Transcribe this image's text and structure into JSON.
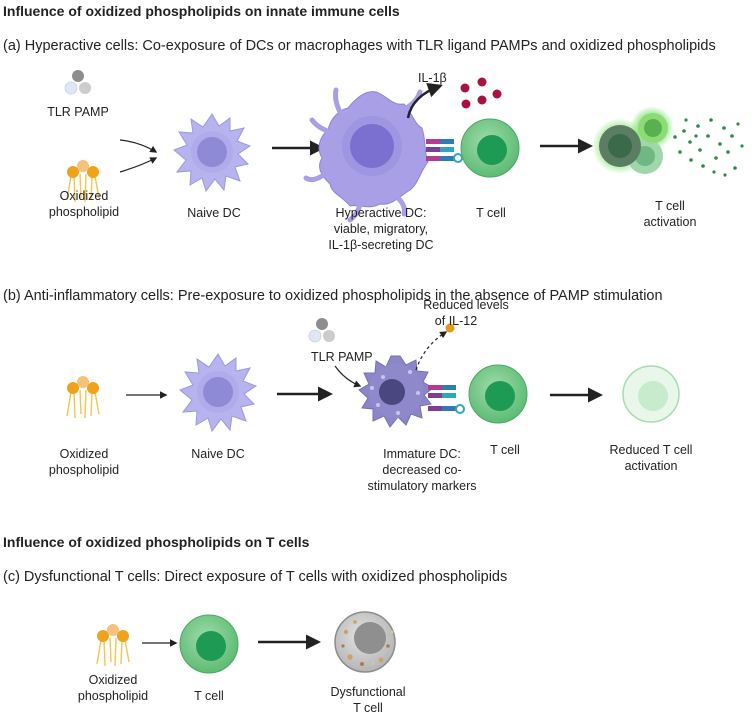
{
  "section_innate": {
    "title": "Influence of oxidized phospholipids on innate immune cells"
  },
  "panel_a": {
    "heading": "(a) Hyperactive cells: Co-exposure of DCs or macrophages with TLR ligand PAMPs and oxidized phospholipids",
    "tlr_pamp": "TLR PAMP",
    "oxpl_line1": "Oxidized",
    "oxpl_line2": "phospholipid",
    "naive_dc": "Naive DC",
    "il1b": "IL-1β",
    "hyper_line1": "Hyperactive DC:",
    "hyper_line2": "viable, migratory,",
    "hyper_line3": "IL-1β-secreting DC",
    "t_cell": "T cell",
    "activation_line1": "T cell",
    "activation_line2": "activation"
  },
  "panel_b": {
    "heading": "(b) Anti-inflammatory cells: Pre-exposure to oxidized phospholipids in the absence of PAMP stimulation",
    "tlr_pamp": "TLR PAMP",
    "reduced_line1": "Reduced levels",
    "reduced_line2": "of IL-12",
    "oxpl_line1": "Oxidized",
    "oxpl_line2": "phospholipid",
    "naive_dc": "Naive DC",
    "immature_line1": "Immature DC:",
    "immature_line2": "decreased co-",
    "immature_line3": "stimulatory markers",
    "t_cell": "T cell",
    "reduced_act_line1": "Reduced T cell",
    "reduced_act_line2": "activation"
  },
  "section_t": {
    "title": "Influence of oxidized phospholipids on T cells"
  },
  "panel_c": {
    "heading": "(c) Dysfunctional T cells: Direct exposure of T cells with oxidized phospholipids",
    "oxpl_line1": "Oxidized",
    "oxpl_line2": "phospholipid",
    "t_cell": "T cell",
    "dys_line1": "Dysfunctional",
    "dys_line2": "T cell"
  },
  "colors": {
    "dc_body": "#b7b3ee",
    "dc_nucleus": "#8f8ad6",
    "hyper_dc": "#a89fe6",
    "t_cell": "#7ccd8f",
    "t_nucleus": "#1f9a55",
    "il1b": "#a8123f",
    "il12": "#e59a1a",
    "lipid_head": "#f0a21c",
    "lipid_tail": "#f3c64e"
  },
  "icons": {
    "pamp": "pamp-particles-icon",
    "lipid": "oxidized-phospholipid-icon",
    "dc": "dendritic-cell-icon",
    "tcell": "t-cell-icon",
    "receptor": "receptor-pair-icon"
  }
}
